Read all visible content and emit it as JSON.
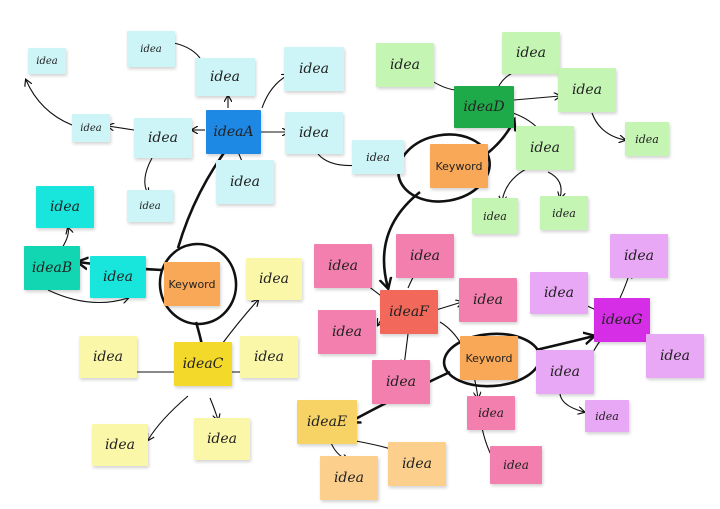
{
  "colors": {
    "blue_light": "#cdf5f7",
    "blue_center": "#1e88e5",
    "cyan": "#18e6dd",
    "cyan_center": "#12d6b2",
    "green_light": "#c4f5b3",
    "green_center": "#1faa4a",
    "yellow_light": "#fbf7a8",
    "yellow_center": "#f3d92a",
    "pink": "#f27fae",
    "pink_center": "#f2685a",
    "purple": "#e9a8f5",
    "purple_center": "#d62ee6",
    "orange_light": "#fcd08c",
    "orange_center": "#f7d366",
    "keyword": "#f9a857",
    "ink": "#111111"
  },
  "notes": {
    "a_center": "ideaA",
    "a1": "idea",
    "a2": "idea",
    "a3": "idea",
    "a4": "idea",
    "a5": "idea",
    "a6": "idea",
    "a7": "idea",
    "a8": "idea",
    "a9": "idea",
    "a10": "idea",
    "b_center": "ideaB",
    "b1": "idea",
    "b2": "idea",
    "c_center": "ideaC",
    "c1": "idea",
    "c2": "idea",
    "c3": "idea",
    "c4": "idea",
    "c5": "idea",
    "d_center": "ideaD",
    "d1": "idea",
    "d2": "idea",
    "d3": "idea",
    "d4": "idea",
    "d5": "idea",
    "d6": "idea",
    "d7": "idea",
    "e_center": "ideaE",
    "e1": "idea",
    "e2": "idea",
    "f_center": "ideaF",
    "f1": "idea",
    "f2": "idea",
    "f3": "idea",
    "f4": "idea",
    "f5": "idea",
    "f6": "idea",
    "f7": "idea",
    "g_center": "ideaG",
    "g1": "idea",
    "g2": "idea",
    "g3": "idea",
    "g4": "idea",
    "g5": "idea",
    "kw1": "Keyword",
    "kw2": "Keyword",
    "kw3": "Keyword"
  }
}
